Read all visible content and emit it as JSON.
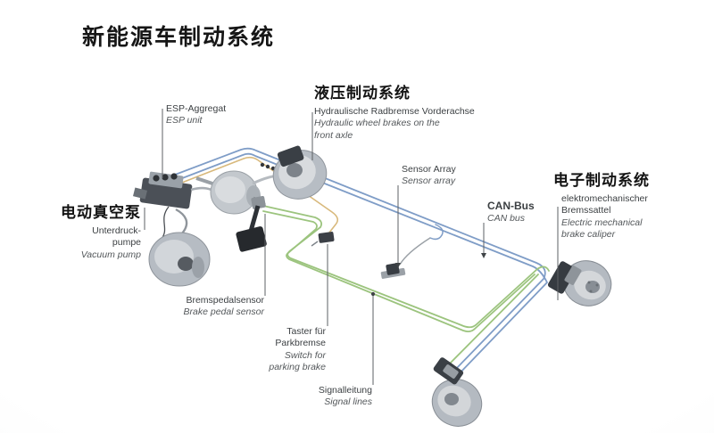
{
  "title": "新能源车制动系统",
  "labels": {
    "esp": {
      "de": "ESP-Aggregat",
      "en": "ESP unit"
    },
    "hydraulic": {
      "zh": "液压制动系统",
      "de": "Hydraulische Radbremse Vorderachse",
      "en_line1": "Hydraulic wheel brakes on the",
      "en_line2": "front axle"
    },
    "vacuum_pump": {
      "zh": "电动真空泵",
      "de_line1": "Unterdruck-",
      "de_line2": "pumpe",
      "en": "Vacuum pump"
    },
    "sensor_array": {
      "de": "Sensor Array",
      "en": "Sensor array"
    },
    "can_bus": {
      "de": "CAN-Bus",
      "en": "CAN bus"
    },
    "electronic_brake": {
      "zh": "电子制动系统",
      "de_line1": "elektromechanischer",
      "de_line2": "Bremssattel",
      "en_line1": "Electric mechanical",
      "en_line2": "brake caliper"
    },
    "brake_pedal_sensor": {
      "de": "Bremspedalsensor",
      "en": "Brake pedal sensor"
    },
    "parking_brake": {
      "de_line1": "Taster für",
      "de_line2": "Parkbremse",
      "en_line1": "Switch for",
      "en_line2": "parking brake"
    },
    "signal_lines": {
      "de": "Signalleitung",
      "en": "Signal lines"
    }
  },
  "colors": {
    "can_bus_line": "#7f9dc7",
    "signal_line": "#9cc47e",
    "hydraulic_line": "#d8b97c",
    "pointer_line": "#5d6165"
  }
}
